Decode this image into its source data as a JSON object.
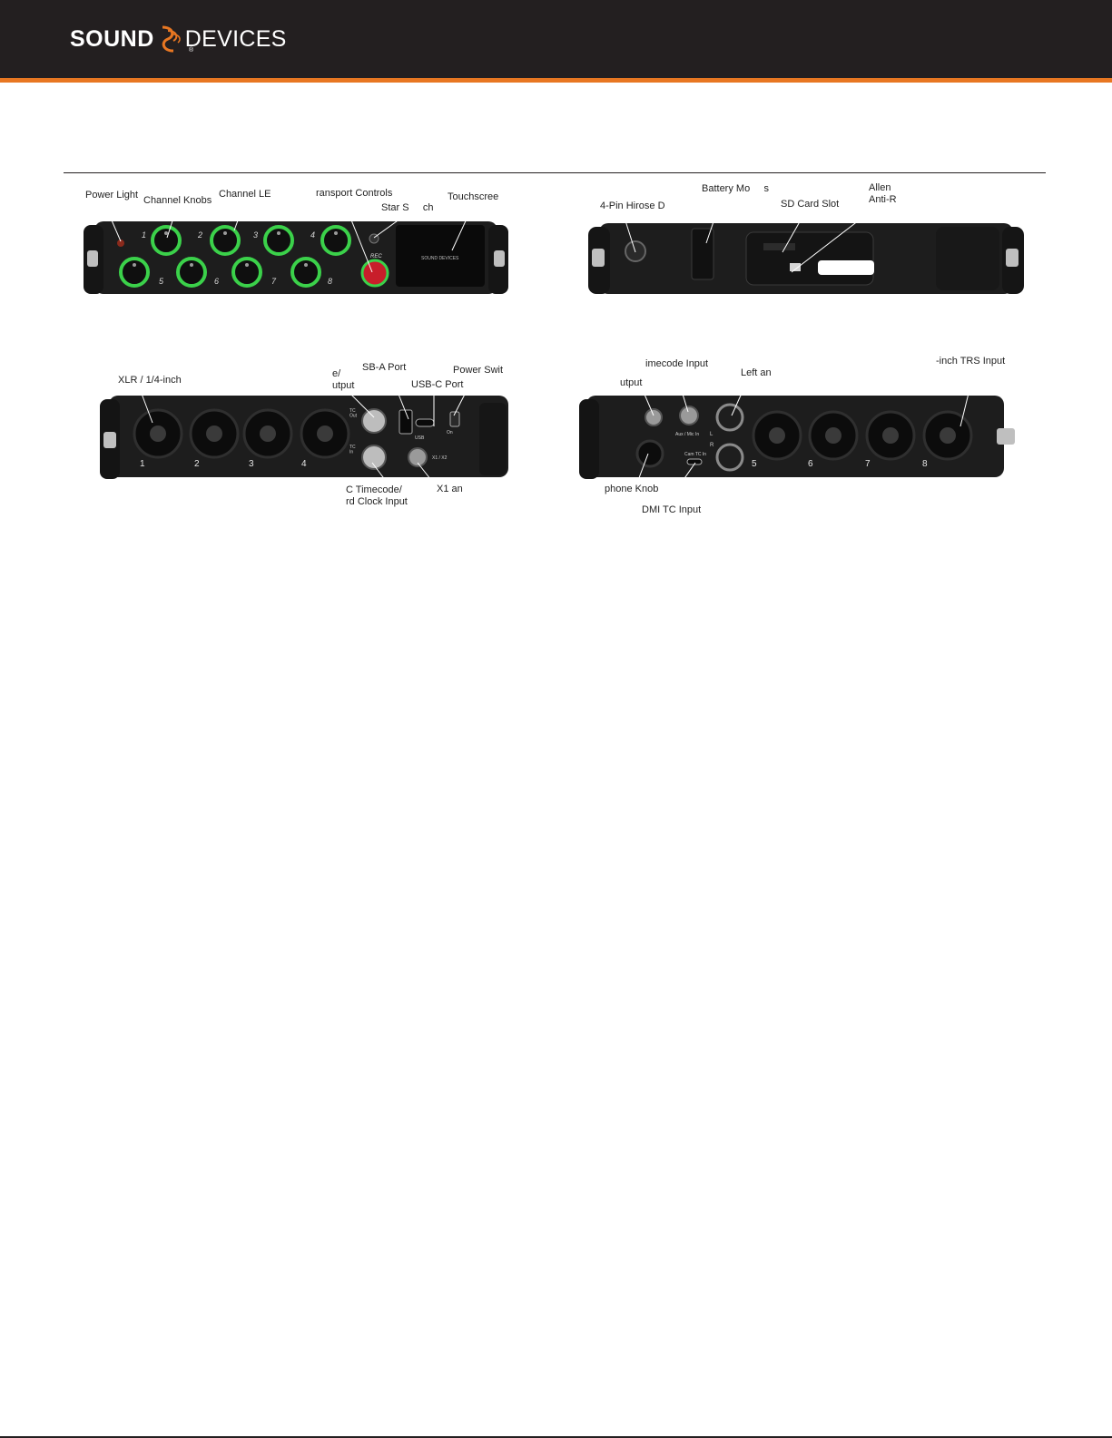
{
  "header": {
    "logo_text_bold": "SOUND",
    "logo_text_light": "DEVICES",
    "logo_reg": "®"
  },
  "views": {
    "top": {
      "labels": {
        "power_light": "Power Light",
        "channel_knobs": "Channel Knobs",
        "channel_led": "Channel LE",
        "transport_controls": "ransport Controls",
        "star_switch": "Star S     ch",
        "touchscreen": "Touchscree"
      },
      "printed": {
        "rec": "REC",
        "screen_logo": "SOUND DEVICES",
        "channel_numbers": [
          "1",
          "2",
          "3",
          "4",
          "5",
          "6",
          "7",
          "8"
        ]
      }
    },
    "side": {
      "labels": {
        "battery_mount": "Battery Mo     s",
        "allen_anti": "Allen\nAnti-R",
        "hirose": "4-Pin Hirose D",
        "sd_card_slot": "SD Card Slot"
      }
    },
    "left": {
      "labels": {
        "xlr_input": "XLR / 1/4-inch",
        "tc_output": "e/\nutput",
        "usb_a_port": "SB-A Port",
        "usb_c_port": "USB-C Port",
        "power_switch": "Power Swit",
        "tc_input": "C Timecode/\nrd Clock Input",
        "x1_x2": "X1 an"
      },
      "printed": {
        "tc_out": "TC\nOut",
        "tc_in": "TC\nIn",
        "usb": "USB",
        "on": "On",
        "x1x2": "X1 / X2",
        "channel_numbers": [
          "1",
          "2",
          "3",
          "4"
        ]
      }
    },
    "right": {
      "labels": {
        "timecode_input": "imecode Input",
        "headphone_output": "utput",
        "left_right": "Left an",
        "trs_input": "-inch TRS Input",
        "headphone_knob": "phone Knob",
        "hdmi_tc_input": "DMI TC Input"
      },
      "printed": {
        "aux_mic_in": "Aux / Mic In",
        "cam_tc_in": "Cam TC In",
        "l": "L",
        "r": "R",
        "channel_numbers": [
          "5",
          "6",
          "7",
          "8"
        ]
      }
    }
  }
}
